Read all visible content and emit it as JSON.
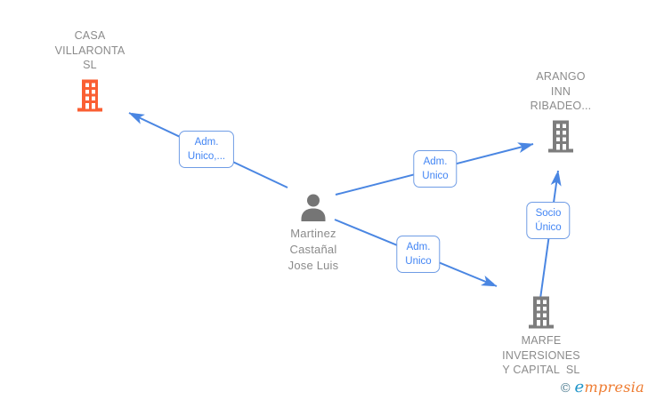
{
  "diagram": {
    "nodes": [
      {
        "id": "casa",
        "type": "company",
        "label": "CASA\nVILLARONTA\nSL",
        "icon": "building-icon",
        "icon_color": "#fa5f33"
      },
      {
        "id": "arango",
        "type": "company",
        "label": "ARANGO\nINN\nRIBADEO...",
        "icon": "building-icon",
        "icon_color": "#7d7d7d"
      },
      {
        "id": "person",
        "type": "person",
        "label": "Martinez\nCastañal\nJose Luis",
        "icon": "person-icon",
        "icon_color": "#757575"
      },
      {
        "id": "marfe",
        "type": "company",
        "label": "MARFE\nINVERSIONES\nY CAPITAL  SL",
        "icon": "building-icon",
        "icon_color": "#7d7d7d"
      }
    ],
    "edges": [
      {
        "from": "person",
        "to": "casa",
        "label": "Adm.\nUnico,..."
      },
      {
        "from": "person",
        "to": "arango",
        "label": "Adm.\nUnico"
      },
      {
        "from": "person",
        "to": "marfe",
        "label": "Adm.\nUnico"
      },
      {
        "from": "marfe",
        "to": "arango",
        "label": "Socio\nÚnico"
      }
    ],
    "colors": {
      "edge": "#4a86e2",
      "edge_label_text": "#4285f4",
      "edge_label_border": "#6f9ce5",
      "node_text": "#8b8b8b",
      "company_icon": "#7d7d7d",
      "company_icon_highlight": "#fa5f33",
      "person_icon": "#757575"
    }
  },
  "watermark": {
    "copyright": "©",
    "brand_first_letter": "e",
    "brand_rest": "mpresia"
  }
}
